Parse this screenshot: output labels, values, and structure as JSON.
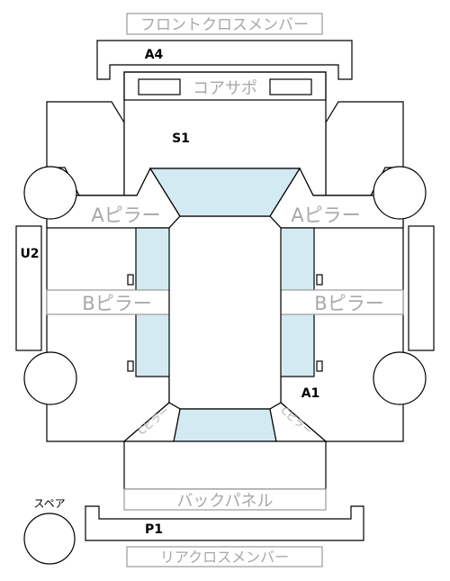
{
  "labels": {
    "front_cross_member": "フロントクロスメンバー",
    "core_support": "コアサポ",
    "a_pillar_left": "Aピラー",
    "a_pillar_right": "Aピラー",
    "b_pillar_left": "Bピラー",
    "b_pillar_right": "Bピラー",
    "c_pillar_left": "Cピラー",
    "c_pillar_right": "Cピラー",
    "back_panel": "バックパネル",
    "spare": "スペア",
    "rear_cross_member": "リアクロスメンバー"
  },
  "codes": {
    "a4": "A4",
    "s1": "S1",
    "u2": "U2",
    "a1": "A1",
    "p1": "P1"
  },
  "colors": {
    "glass": "#d4eaf2",
    "outline": "#000000",
    "label_gray": "#a8a8a8"
  }
}
